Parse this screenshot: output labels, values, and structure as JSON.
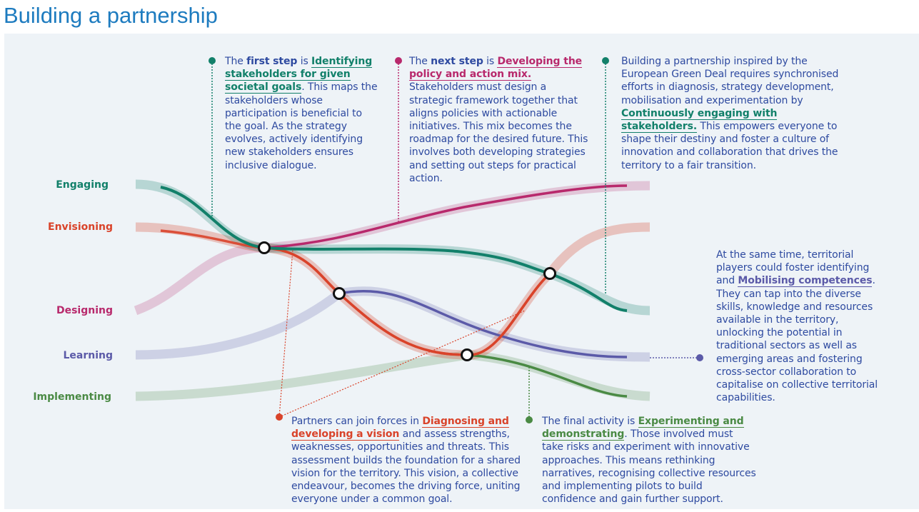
{
  "title": "Building a partnership",
  "colors": {
    "engaging": "#12806a",
    "envisioning": "#d9432a",
    "designing": "#b8296c",
    "learning": "#5b5aa8",
    "implementing": "#4a8a44",
    "text": "#2e4aa0",
    "title": "#1d7bbf"
  },
  "lanes": {
    "engaging": "Engaging",
    "envisioning": "Envisioning",
    "designing": "Designing",
    "learning": "Learning",
    "implementing": "Implementing"
  },
  "notes": {
    "identifying": {
      "pre": "The ",
      "bold": "first step",
      "mid": " is ",
      "highlight": "Identifying stakeholders for given societal goals",
      "post": ". This maps the stakeholders whose participation is beneficial to the goal. As the strategy evolves, actively identifying new stakeholders ensures inclusive dialogue."
    },
    "developing": {
      "pre": "The ",
      "bold": "next step",
      "mid": " is ",
      "highlight": "Developing the policy and action mix.",
      "post": " Stakeholders must design a strategic framework together that aligns policies with actionable initiatives. This mix becomes the roadmap for the desired future. This involves both developing strategies and setting out steps for practical action."
    },
    "engaging": {
      "pre": "Building a partnership inspired by the European Green Deal requires synchronised efforts in diagnosis, strategy development, mobilisation and experimentation by ",
      "highlight": "Continuously engaging with stakeholders.",
      "post": " This empowers everyone to shape their destiny and foster a culture of innovation and collaboration that drives the territory to a fair transition."
    },
    "mobilising": {
      "pre": "At the same time, territorial players could foster identifying and ",
      "highlight": "Mobilising competences",
      "post": ". They can tap into the diverse skills, knowledge and resources available in the territory, unlocking the potential in traditional sectors as well as emerging areas and fostering cross-sector collaboration to capitalise on collective territorial capabilities."
    },
    "diagnosing": {
      "pre": "Partners can join forces in ",
      "highlight": "Diagnosing and developing a vision",
      "post": " and assess strengths, weaknesses, opportunities and threats. This assessment builds the foundation for a shared vision for the territory. This vision, a collective endeavour, becomes the driving force, uniting everyone under a common goal."
    },
    "experimenting": {
      "pre": "The final activity is ",
      "highlight": "Experimenting and demonstrating",
      "post": ". Those involved must take risks and experiment with innovative approaches. This means rethinking narratives, recognising collective resources and implementing pilots to build confidence and gain further support."
    }
  }
}
